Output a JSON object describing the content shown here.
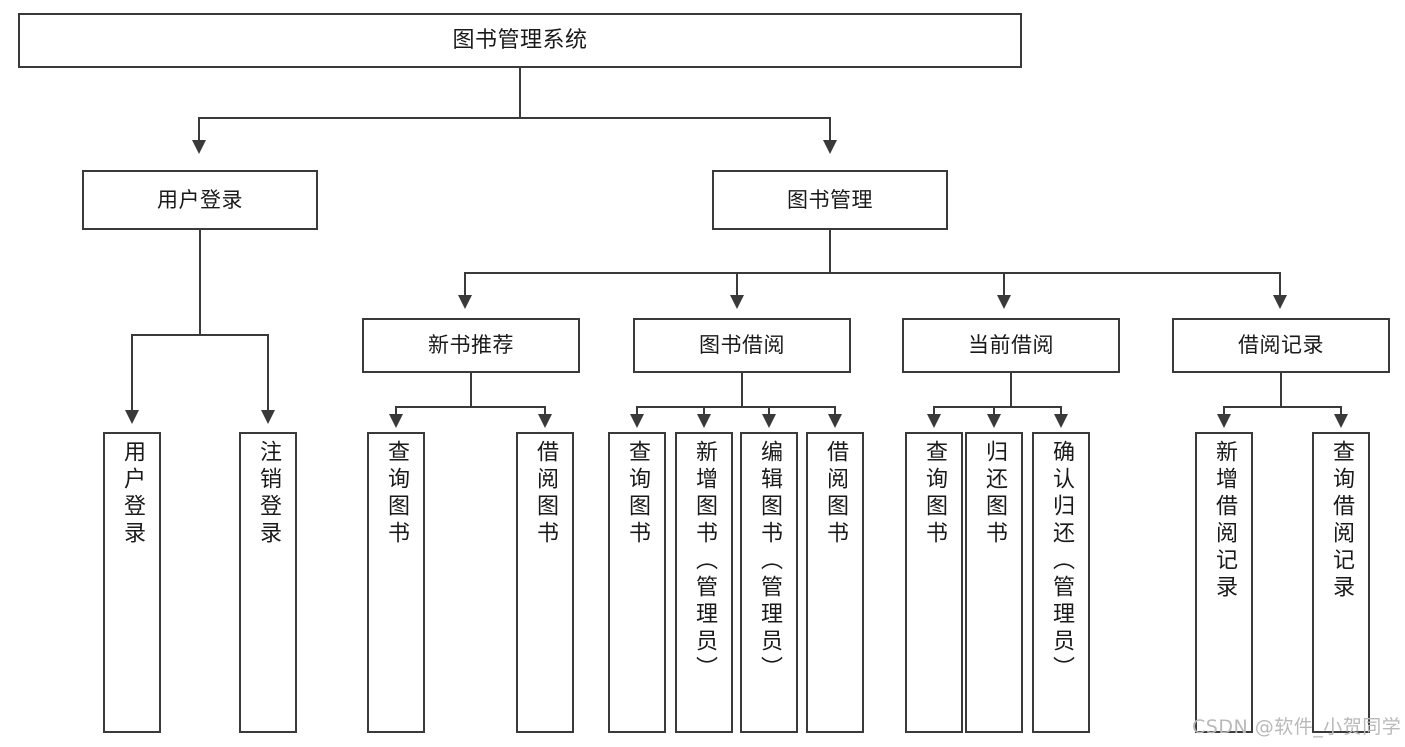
{
  "diagram": {
    "title": "图书管理系统",
    "type": "tree",
    "watermark": "CSDN @软件_小贺同学",
    "colors": {
      "box_border": "#3a3a3a",
      "box_fill": "#ffffff",
      "connector": "#3a3a3a",
      "text": "#1a1a1a",
      "watermark": "#b9b9b9",
      "background": "#ffffff"
    },
    "nodes": {
      "root": "图书管理系统",
      "level2": {
        "user_login": "用户登录",
        "book_manage": "图书管理"
      },
      "level3": {
        "new_book_recommend": "新书推荐",
        "book_borrow": "图书借阅",
        "current_borrow": "当前借阅",
        "borrow_record": "借阅记录"
      },
      "leaves": {
        "user_login_1": "用户登录",
        "user_login_2": "注销登录",
        "recommend_1": "查询图书",
        "recommend_2": "借阅图书",
        "borrow_1": "查询图书",
        "borrow_2": "新增图书（管理员）",
        "borrow_3": "编辑图书（管理员）",
        "borrow_4": "借阅图书",
        "current_1": "查询图书",
        "current_2": "归还图书",
        "current_3": "确认归还（管理员）",
        "record_1": "新增借阅记录",
        "record_2": "查询借阅记录"
      }
    }
  }
}
